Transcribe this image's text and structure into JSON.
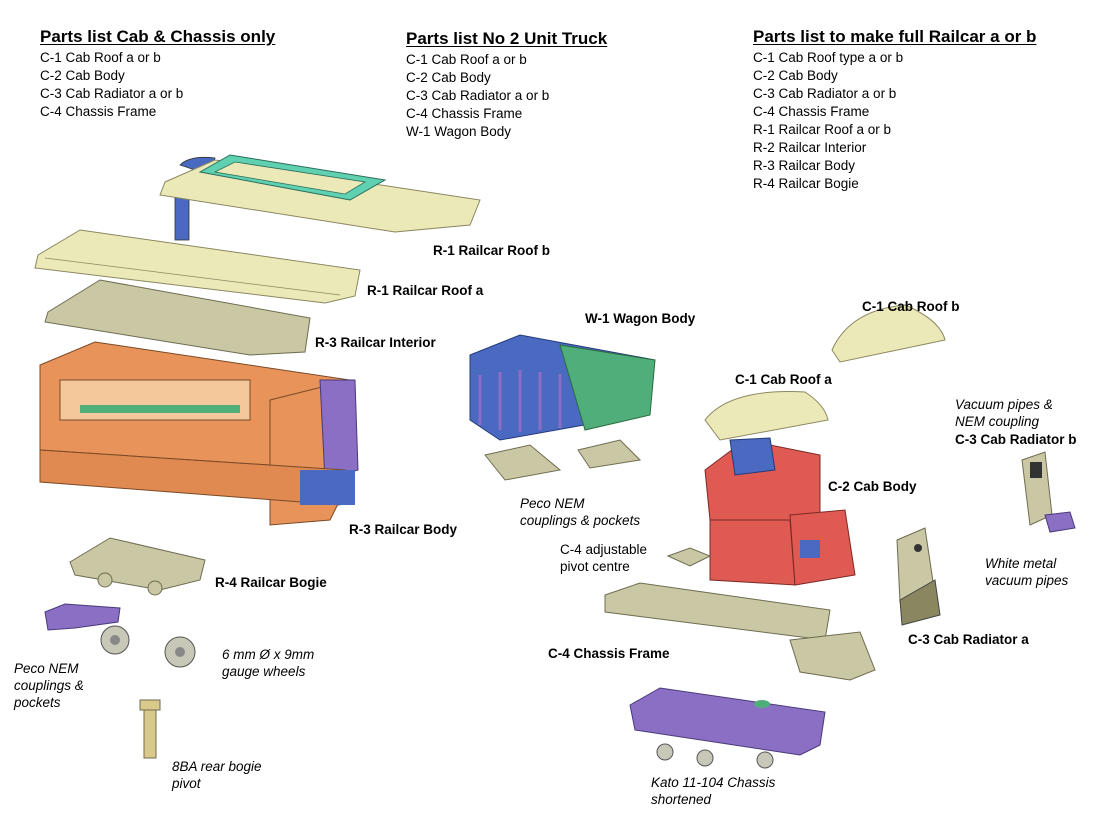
{
  "parts_lists": [
    {
      "title": "Parts list  Cab & Chassis only",
      "items": [
        "C-1 Cab Roof a or b",
        "C-2 Cab Body",
        "C-3 Cab Radiator a or b",
        "C-4 Chassis Frame"
      ]
    },
    {
      "title": "Parts list No 2 Unit Truck",
      "items": [
        "C-1 Cab Roof a or b",
        "C-2 Cab Body",
        "C-3 Cab Radiator a or b",
        "C-4 Chassis Frame",
        "W-1 Wagon Body"
      ]
    },
    {
      "title": "Parts list to make full Railcar a or b",
      "items": [
        "C-1 Cab Roof type a or b",
        "C-2 Cab Body",
        "C-3 Cab Radiator a or b",
        "C-4 Chassis Frame",
        "R-1 Railcar Roof a or b",
        "R-2 Railcar Interior",
        "R-3 Railcar Body",
        "R-4 Railcar Bogie"
      ]
    }
  ],
  "labels": {
    "roof_b": "R-1 Railcar Roof b",
    "roof_a": "R-1 Railcar Roof a",
    "interior": "R-3 Railcar Interior",
    "railcar_body": "R-3 Railcar Body",
    "bogie": "R-4 Railcar Bogie",
    "wagon_body": "W-1 Wagon Body",
    "wagon_couplings": [
      "Peco NEM",
      "couplings & pockets"
    ],
    "pivot_centre": [
      "C-4 adjustable",
      "pivot centre"
    ],
    "cab_roof_b": "C-1 Cab Roof b",
    "cab_roof_a": "C-1 Cab Roof a",
    "cab_body": "C-2 Cab Body",
    "vacuum_pipes": [
      "Vacuum pipes &",
      "NEM coupling"
    ],
    "radiator_b": "C-3 Cab Radiator b",
    "white_metal": [
      "White metal",
      "vacuum pipes"
    ],
    "radiator_a": "C-3 Cab Radiator a",
    "chassis_frame": "C-4 Chassis Frame",
    "kato_chassis": [
      "Kato 11-104 Chassis",
      "shortened"
    ],
    "bogie_couplings": [
      "Peco NEM",
      "couplings &",
      "pockets"
    ],
    "wheels": [
      "6 mm Ø  x 9mm",
      "gauge wheels"
    ],
    "bogie_pivot": [
      "8BA rear bogie",
      "pivot"
    ]
  },
  "colors": {
    "roof": "#ece9b8",
    "roof_edge": "#8a8760",
    "body_orange": "#e8935a",
    "body_red": "#de5a52",
    "frame_purple": "#8a6fc4",
    "frame_blue": "#4a69c0",
    "green": "#4fae7a",
    "teal": "#5fd0b0",
    "grey": "#c9c7a4",
    "wheel": "#c8c8b8"
  }
}
